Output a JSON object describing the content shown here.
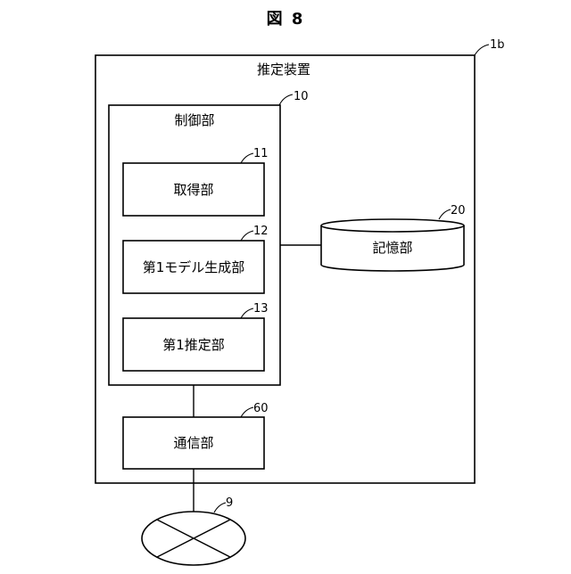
{
  "figure": {
    "title": "図 8"
  },
  "device": {
    "label": "推定装置",
    "ref": "1b"
  },
  "control": {
    "label": "制御部",
    "ref": "10"
  },
  "acquisition": {
    "label": "取得部",
    "ref": "11"
  },
  "model_gen": {
    "label": "第1モデル生成部",
    "ref": "12"
  },
  "estimation": {
    "label": "第1推定部",
    "ref": "13"
  },
  "storage": {
    "label": "記憶部",
    "ref": "20"
  },
  "communication": {
    "label": "通信部",
    "ref": "60"
  },
  "network": {
    "ref": "9"
  }
}
